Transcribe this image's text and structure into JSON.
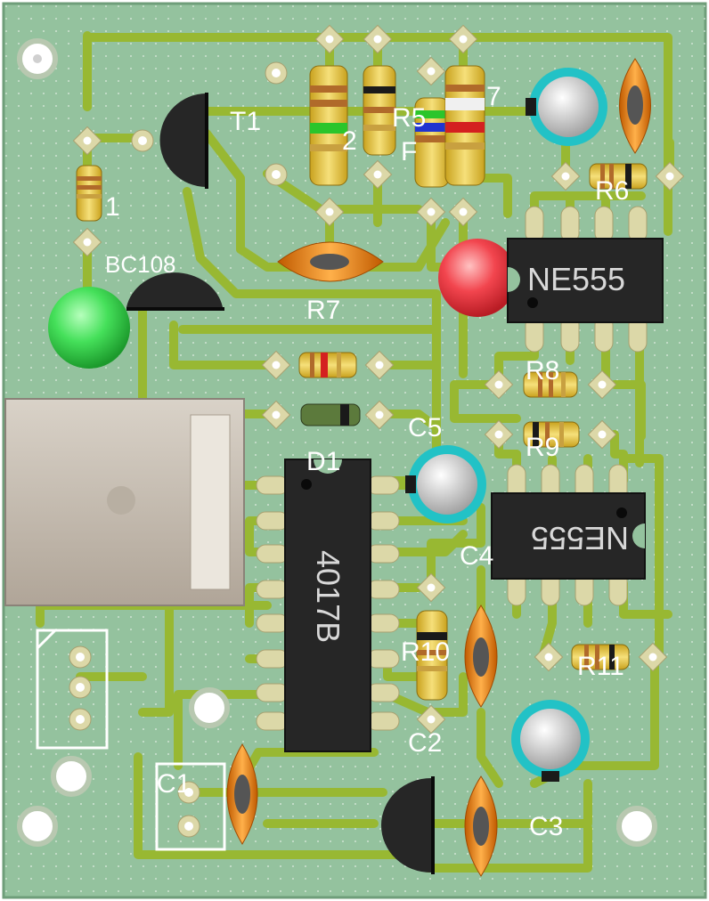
{
  "title": "",
  "colors": {
    "board": "#94c29e",
    "board_edge": "#6f9e7a",
    "trace": "#98b832",
    "pad": "#dcd8a8",
    "silk": "#ffffff",
    "ic_body": "#262626",
    "cap_ring": "#22c2c6",
    "ceramic": "#f08c1c",
    "led_green": "#45e05a",
    "led_red": "#f2454e"
  },
  "labels": {
    "t1": "T1",
    "bc108": "BC108",
    "r1": "1",
    "r2": "2",
    "r5": "R5",
    "r6": "F",
    "r7_top": "7",
    "r7": "R7",
    "r8": "R8",
    "r9": "R9",
    "r10": "R10",
    "r11": "R11",
    "r_right": "R6",
    "c1": "C1",
    "c2": "C2",
    "c3": "C3",
    "c4": "C4",
    "c5": "C5",
    "d1": "D1",
    "ic_top": "NE555",
    "ic_bottom": "NE555",
    "ic_4017": "4017B"
  }
}
